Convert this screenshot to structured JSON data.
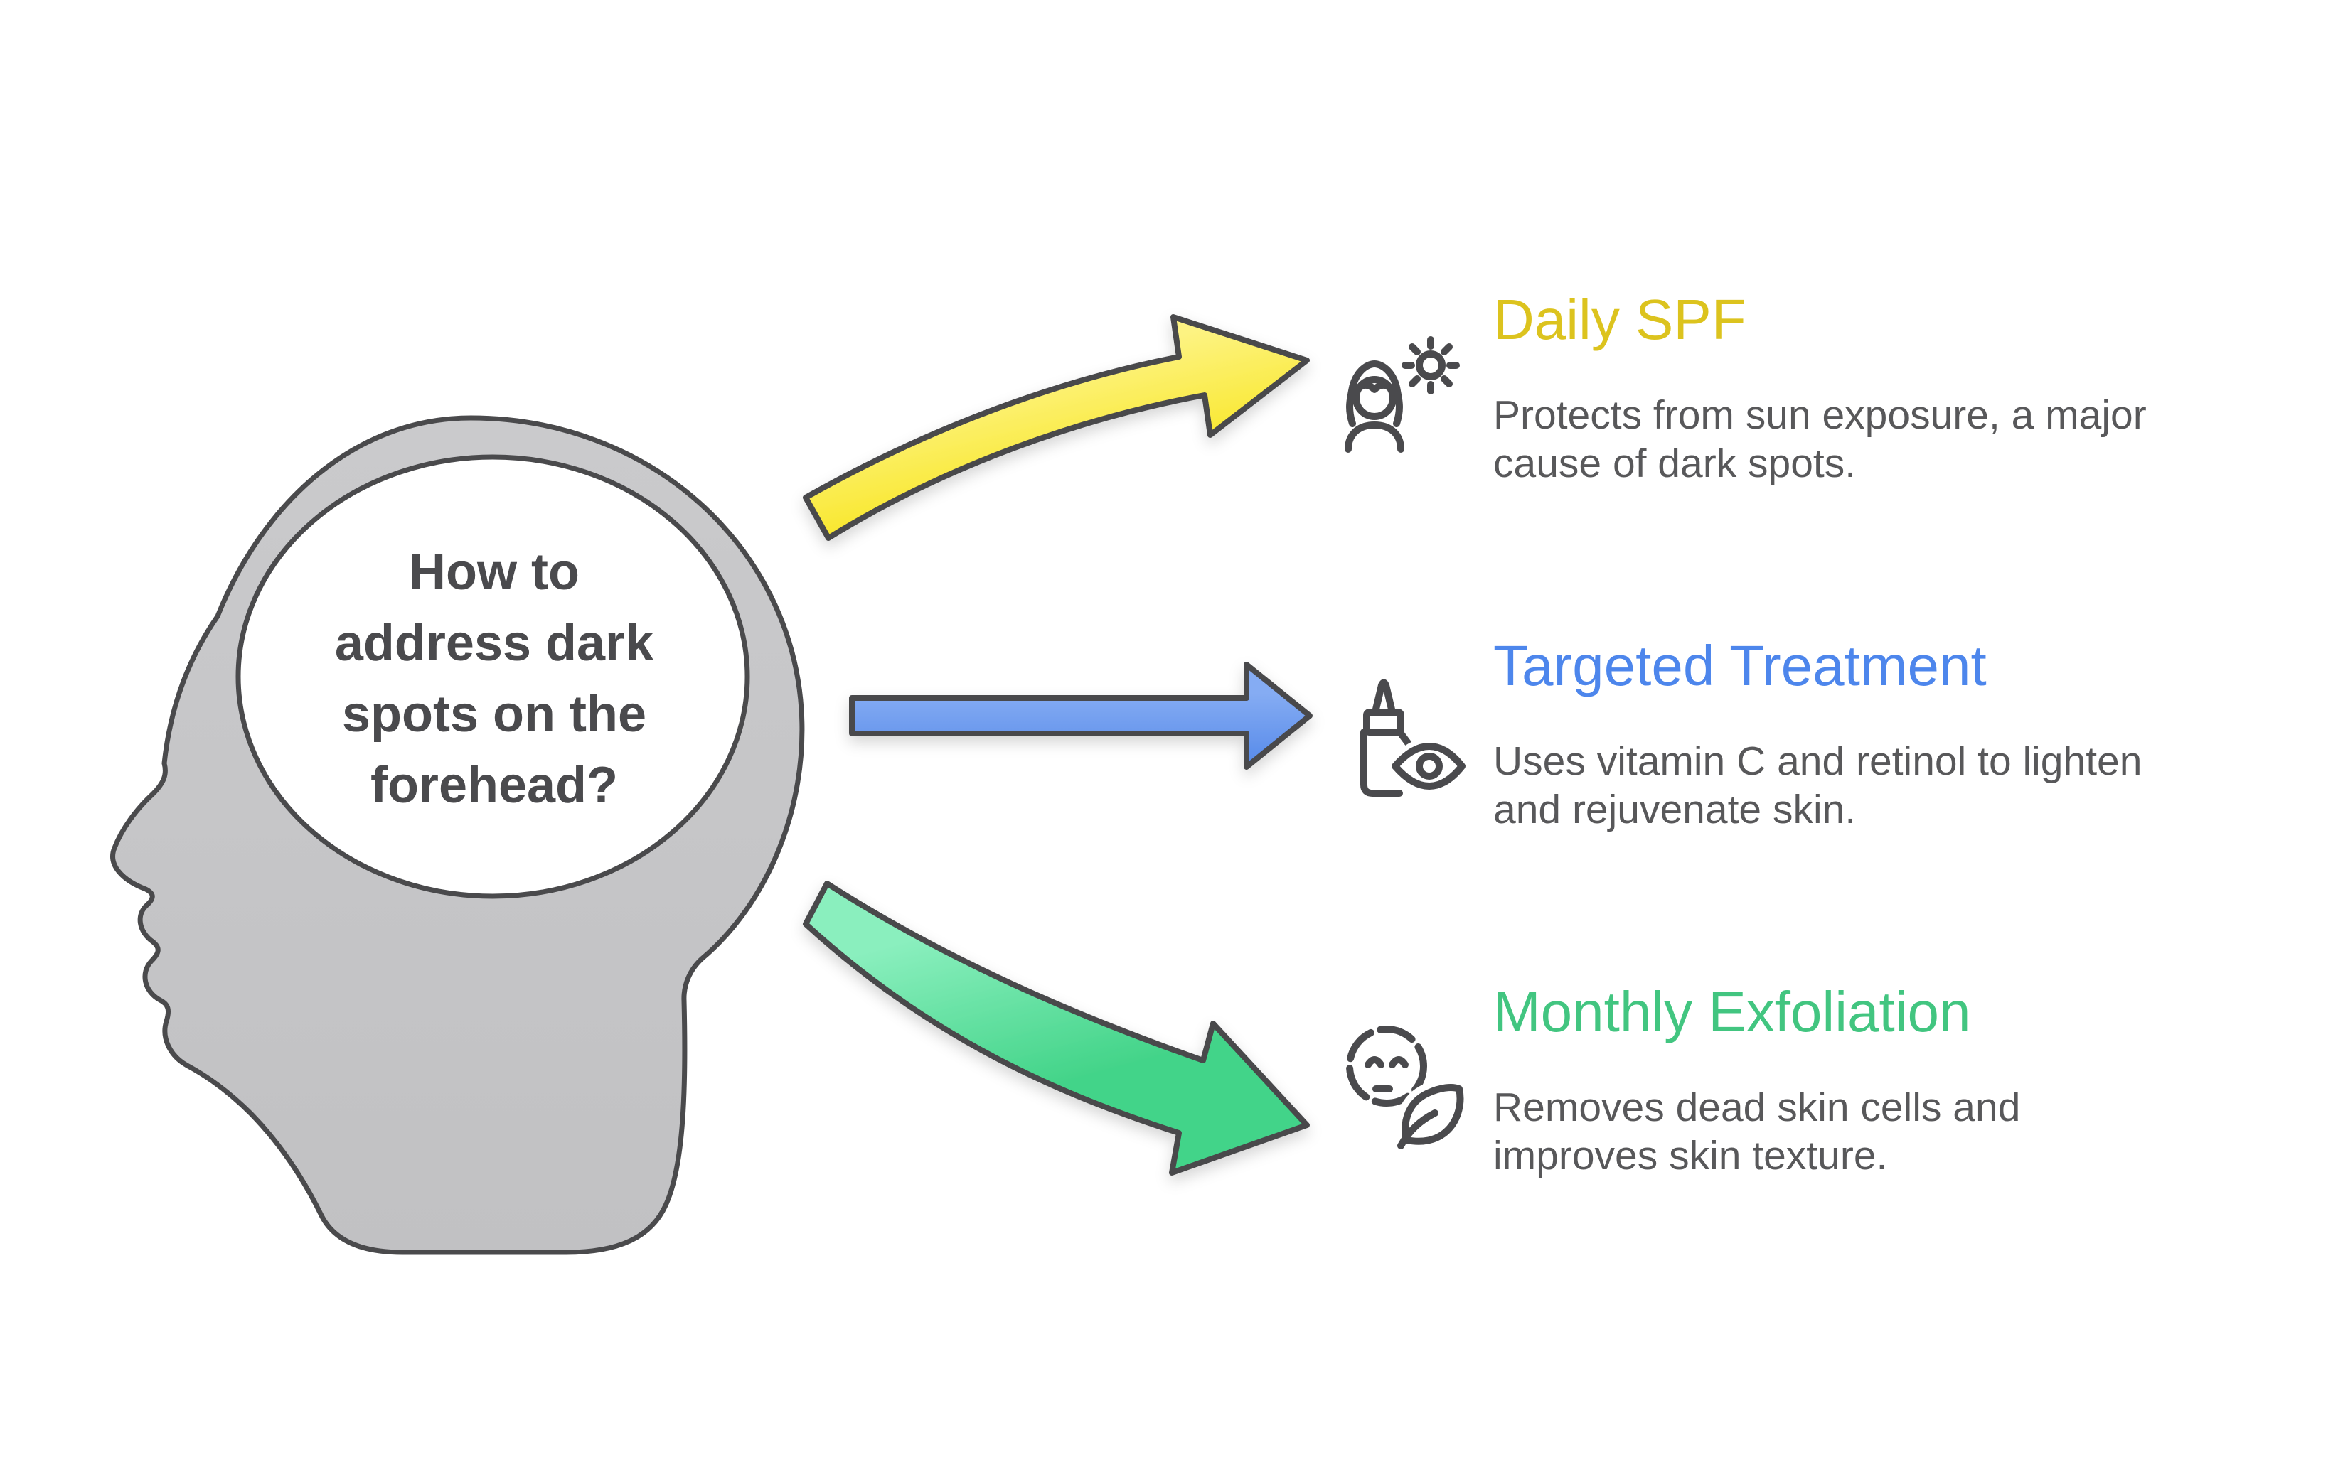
{
  "figure": {
    "background": "#FFFFFF"
  },
  "colors": {
    "outline": "#4A4A4C",
    "body_text": "#58585A",
    "question_text": "#4A4A4D"
  },
  "head": {
    "question": "How to address dark spots on the forehead?",
    "question_lines": [
      "How to",
      "address dark",
      "spots on the",
      "forehead?"
    ],
    "fill_light": "#CACACC",
    "fill_dark": "#C1C1C3",
    "bubble_fill": "#FFFFFF"
  },
  "sections": [
    {
      "title": "Daily SPF",
      "title_color": "#DCC31E",
      "desc_lines": [
        "Protects from sun exposure, a major",
        "cause of dark spots."
      ],
      "description": "Protects from sun exposure, a major cause of dark spots.",
      "icon": "woman-with-sun-icon",
      "arrow": {
        "direction": "up-right",
        "light": "#FDF382",
        "dark": "#F7E414"
      }
    },
    {
      "title": "Targeted Treatment",
      "title_color": "#4D86EC",
      "desc_lines": [
        "Uses vitamin C and retinol to lighten",
        "and rejuvenate skin."
      ],
      "description": "Uses vitamin C and retinol to lighten and rejuvenate skin.",
      "icon": "serum-dropper-eye-icon",
      "arrow": {
        "direction": "right",
        "light": "#85ACF3",
        "dark": "#5589E9"
      }
    },
    {
      "title": "Monthly Exfoliation",
      "title_color": "#42C580",
      "desc_lines": [
        "Removes dead skin cells and",
        "improves skin texture."
      ],
      "description": "Removes dead skin cells and improves skin texture.",
      "icon": "face-leaf-exfoliation-icon",
      "arrow": {
        "direction": "down-right",
        "light": "#8AEFBE",
        "dark": "#43D489"
      }
    }
  ]
}
